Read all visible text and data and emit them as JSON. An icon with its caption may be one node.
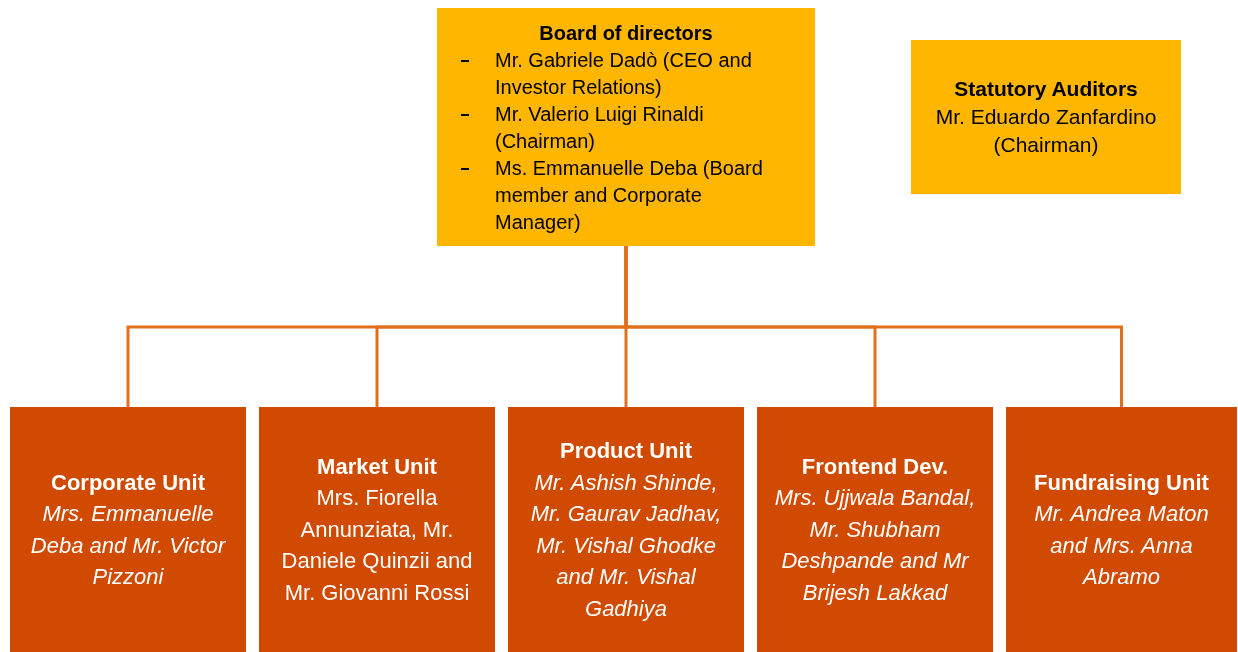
{
  "diagram": {
    "nodes": [
      {
        "text": [
          "Board of directors",
          "Mr. Gabriele Dadò (CEO and Investor Relations)",
          "Mr. Valerio Luigi Rinaldi (Chairman)",
          "Ms. Emmanuelle Deba (Board member and Corporate Manager)"
        ]
      },
      {
        "text": [
          "Statutory Auditors",
          "Mr. Eduardo Zanfardino (Chairman)"
        ]
      },
      {
        "text": [
          "Corporate Unit",
          "Mrs. Emmanuelle Deba and Mr. Victor Pizzoni"
        ]
      },
      {
        "text": [
          "Market Unit",
          "Mrs. Fiorella Annunziata, Mr. Daniele Quinzii and Mr. Giovanni Rossi"
        ]
      },
      {
        "text": [
          "Product Unit",
          "Mr. Ashish Shinde, Mr. Gaurav Jadhav, Mr. Vishal Ghodke and Mr. Vishal Gadhiya"
        ]
      },
      {
        "text": [
          "Frontend Dev.",
          "Mrs. Ujjwala Bandal, Mr. Shubham Deshpande and Mr Brijesh Lakkad"
        ]
      },
      {
        "text": [
          "Fundraising Unit",
          "Mr. Andrea Maton and Mrs. Anna Abramo"
        ]
      }
    ],
    "edges": [
      {
        "from": 0,
        "to": 2,
        "arrow": "none"
      },
      {
        "from": 0,
        "to": 3,
        "arrow": "none"
      },
      {
        "from": 0,
        "to": 4,
        "arrow": "none"
      },
      {
        "from": 0,
        "to": 5,
        "arrow": "none"
      },
      {
        "from": 0,
        "to": 6,
        "arrow": "none"
      }
    ]
  }
}
